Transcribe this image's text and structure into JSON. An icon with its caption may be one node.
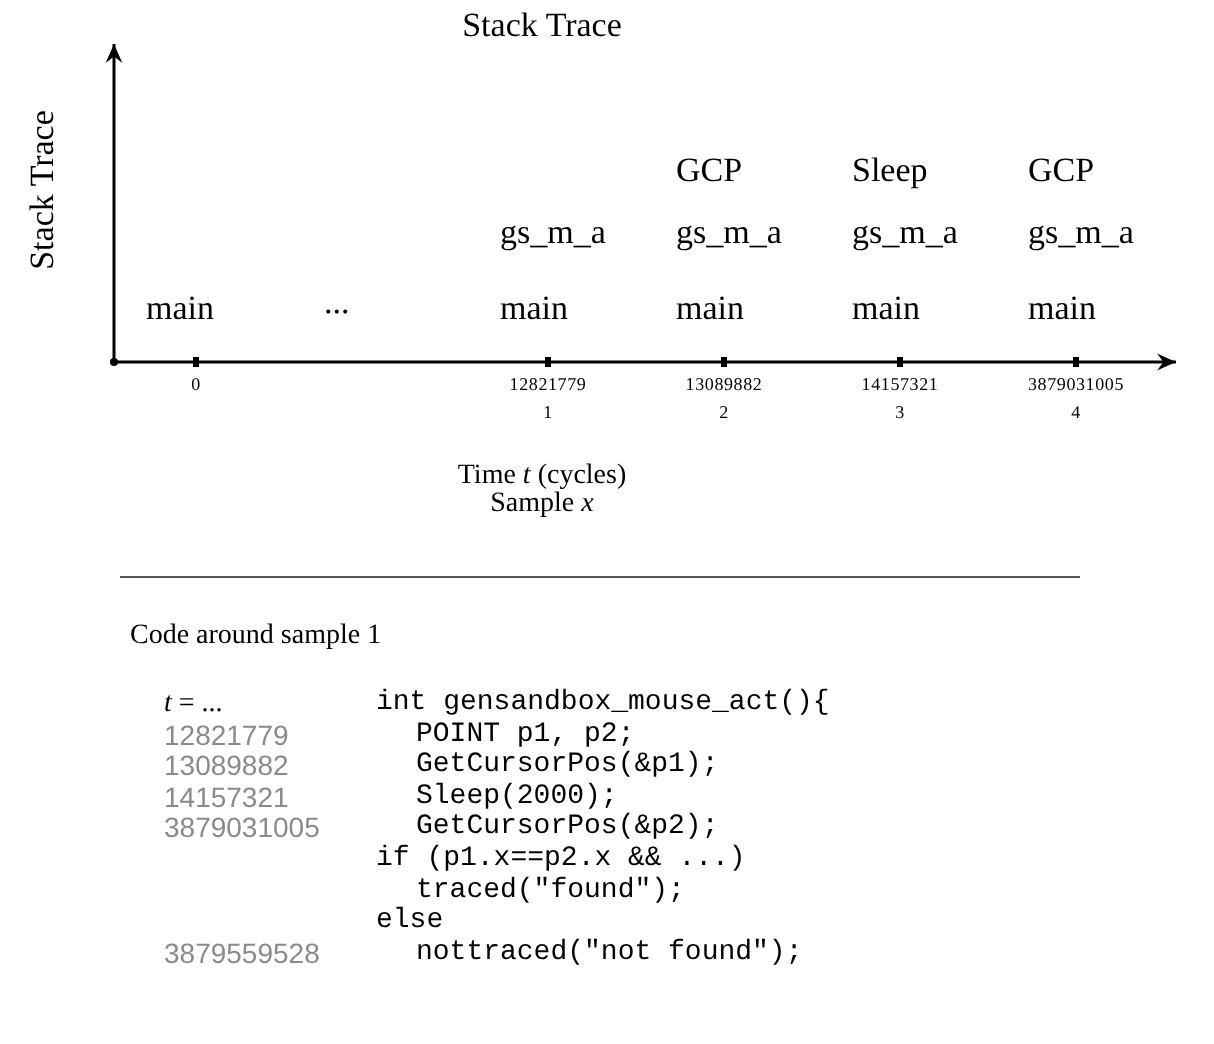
{
  "diagram": {
    "title": "Stack Trace",
    "labels": [
      "Stack Trace",
      "GCP",
      "Sleep",
      "GCP",
      "gs_m_a",
      "gs_m_a",
      "gs_m_a",
      "gs_m_a",
      "main",
      "...",
      "main",
      "main",
      "main",
      "main",
      "0",
      "12821779",
      "13089882",
      "14157321",
      "3879031005",
      "1",
      "2",
      "3",
      "4",
      "Time *t* (cycles)",
      "Sample *x*",
      "Code around sample 1",
      "*t* = ...",
      "int gensandbox_mouse_act(){",
      "12821779",
      "POINT p1, p2;",
      "13089882",
      "GetCursorPos(&p1);",
      "14157321",
      "Sleep(2000);",
      "3879031005",
      "GetCursorPos(&p2);",
      "if (p1.x==p2.x && ...)",
      "traced(\"found\");",
      "else",
      "3879559528",
      "nottraced(\"not found\");"
    ]
  }
}
